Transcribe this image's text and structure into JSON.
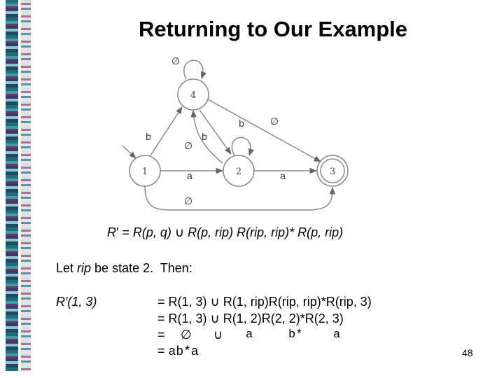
{
  "title": "Returning to Our Example",
  "diagram": {
    "states": [
      "1",
      "2",
      "3",
      "4"
    ],
    "edges": [
      {
        "from": "4",
        "to": "4",
        "label": "∅"
      },
      {
        "from": "1",
        "to": "4",
        "label": "b"
      },
      {
        "from": "4",
        "to": "2",
        "label": "b"
      },
      {
        "from": "2",
        "to": "4",
        "label": "∅"
      },
      {
        "from": "2",
        "to": "2",
        "label": "b"
      },
      {
        "from": "4",
        "to": "3",
        "label": "∅"
      },
      {
        "from": "1",
        "to": "2",
        "label": "a"
      },
      {
        "from": "2",
        "to": "3",
        "label": "a"
      },
      {
        "from": "1",
        "to": "3",
        "label": "∅"
      }
    ],
    "start_state": "1",
    "accept_state": "3"
  },
  "formula": {
    "r_prime": "R",
    "prime": "′",
    "eq": " = ",
    "rpq": "R(p, q)",
    "union": " ∪ ",
    "rest": "R(p, rip) R(rip, rip)* R(p, rip)"
  },
  "let_line": {
    "prefix": "Let ",
    "rip": "rip",
    "suffix": " be state 2.  Then:"
  },
  "derivation": {
    "lhs": "R′(1, 3)",
    "line1": "= R(1, 3) ∪ R(1, rip)R(rip, rip)*R(rip, 3)",
    "line2": "= R(1, 3) ∪ R(1, 2)R(2, 2)*R(2, 3)",
    "line3_eq": "=",
    "line3_empty": "∅",
    "line3_union": "∪",
    "line3_a1": "a",
    "line3_bstar": "b*",
    "line3_a2": "a",
    "line4_eq": "= ",
    "line4_value": "ab*a"
  },
  "page_number": "48"
}
